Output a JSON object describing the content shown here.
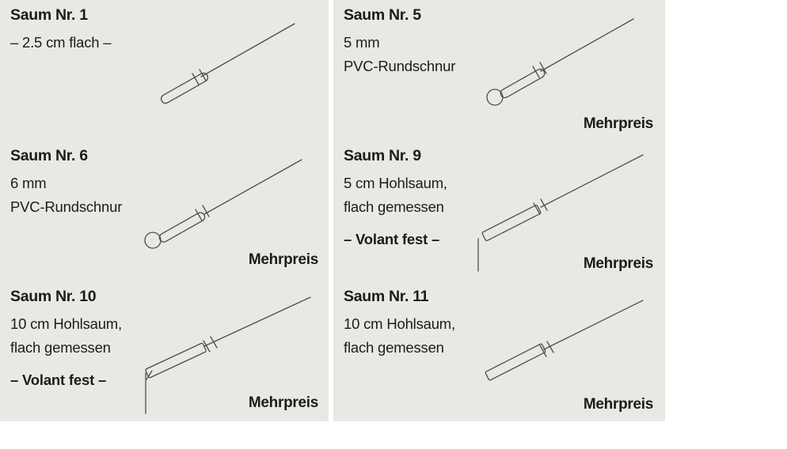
{
  "page": {
    "background_color": "#ffffff",
    "panel_background_color": "#e9e8e5",
    "text_color": "#1c1c1a",
    "diagram_line_color": "#4d4d4d"
  },
  "panels": [
    {
      "title": "Saum Nr. 1",
      "lines": [
        "– 2.5 cm flach –"
      ],
      "note": "",
      "surcharge": "",
      "diagram": "flat-hem-cross-section"
    },
    {
      "title": "Saum Nr. 5",
      "lines": [
        "5 mm",
        "PVC-Rundschnur"
      ],
      "note": "",
      "surcharge": "Mehrpreis",
      "diagram": "hem-with-pvc-round-cord"
    },
    {
      "title": "Saum Nr. 6",
      "lines": [
        "6 mm",
        "PVC-Rundschnur"
      ],
      "note": "",
      "surcharge": "Mehrpreis",
      "diagram": "hem-with-pvc-round-cord"
    },
    {
      "title": "Saum Nr. 9",
      "lines": [
        "5 cm Hohlsaum,",
        "flach gemessen"
      ],
      "note": "– Volant fest –",
      "surcharge": "Mehrpreis",
      "diagram": "hollow-hem-with-fixed-volant"
    },
    {
      "title": "Saum Nr. 10",
      "lines": [
        "10 cm Hohlsaum,",
        "flach gemessen"
      ],
      "note": "– Volant fest –",
      "surcharge": "Mehrpreis",
      "diagram": "hollow-hem-with-fixed-volant"
    },
    {
      "title": "Saum Nr. 11",
      "lines": [
        "10 cm Hohlsaum,",
        "flach gemessen"
      ],
      "note": "",
      "surcharge": "Mehrpreis",
      "diagram": "hollow-hem"
    }
  ]
}
